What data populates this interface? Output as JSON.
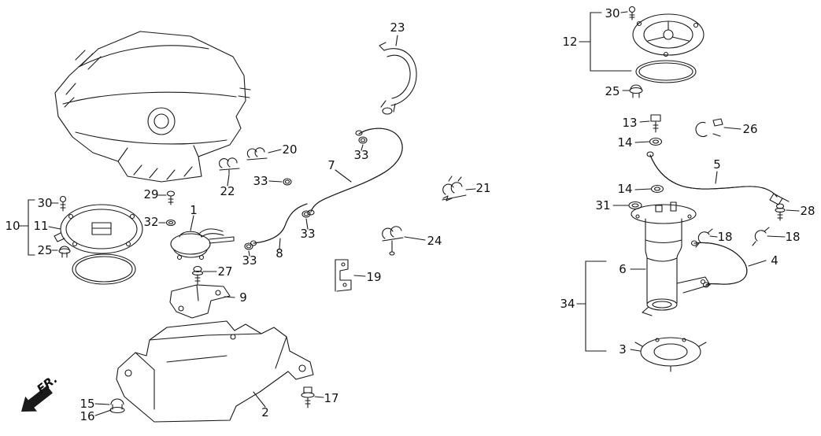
{
  "colors": {
    "ink": "#1a1a1a",
    "paper": "#ffffff"
  },
  "diagram": {
    "fr_label": "FR.",
    "callouts": [
      "30",
      "10",
      "11",
      "25",
      "29",
      "1",
      "32",
      "22",
      "20",
      "33",
      "7",
      "23",
      "33",
      "33",
      "8",
      "33",
      "21",
      "24",
      "19",
      "27",
      "9",
      "2",
      "17",
      "15",
      "16",
      "30",
      "12",
      "25",
      "13",
      "14",
      "26",
      "5",
      "14",
      "31",
      "28",
      "18",
      "18",
      "4",
      "6",
      "34",
      "3"
    ]
  }
}
